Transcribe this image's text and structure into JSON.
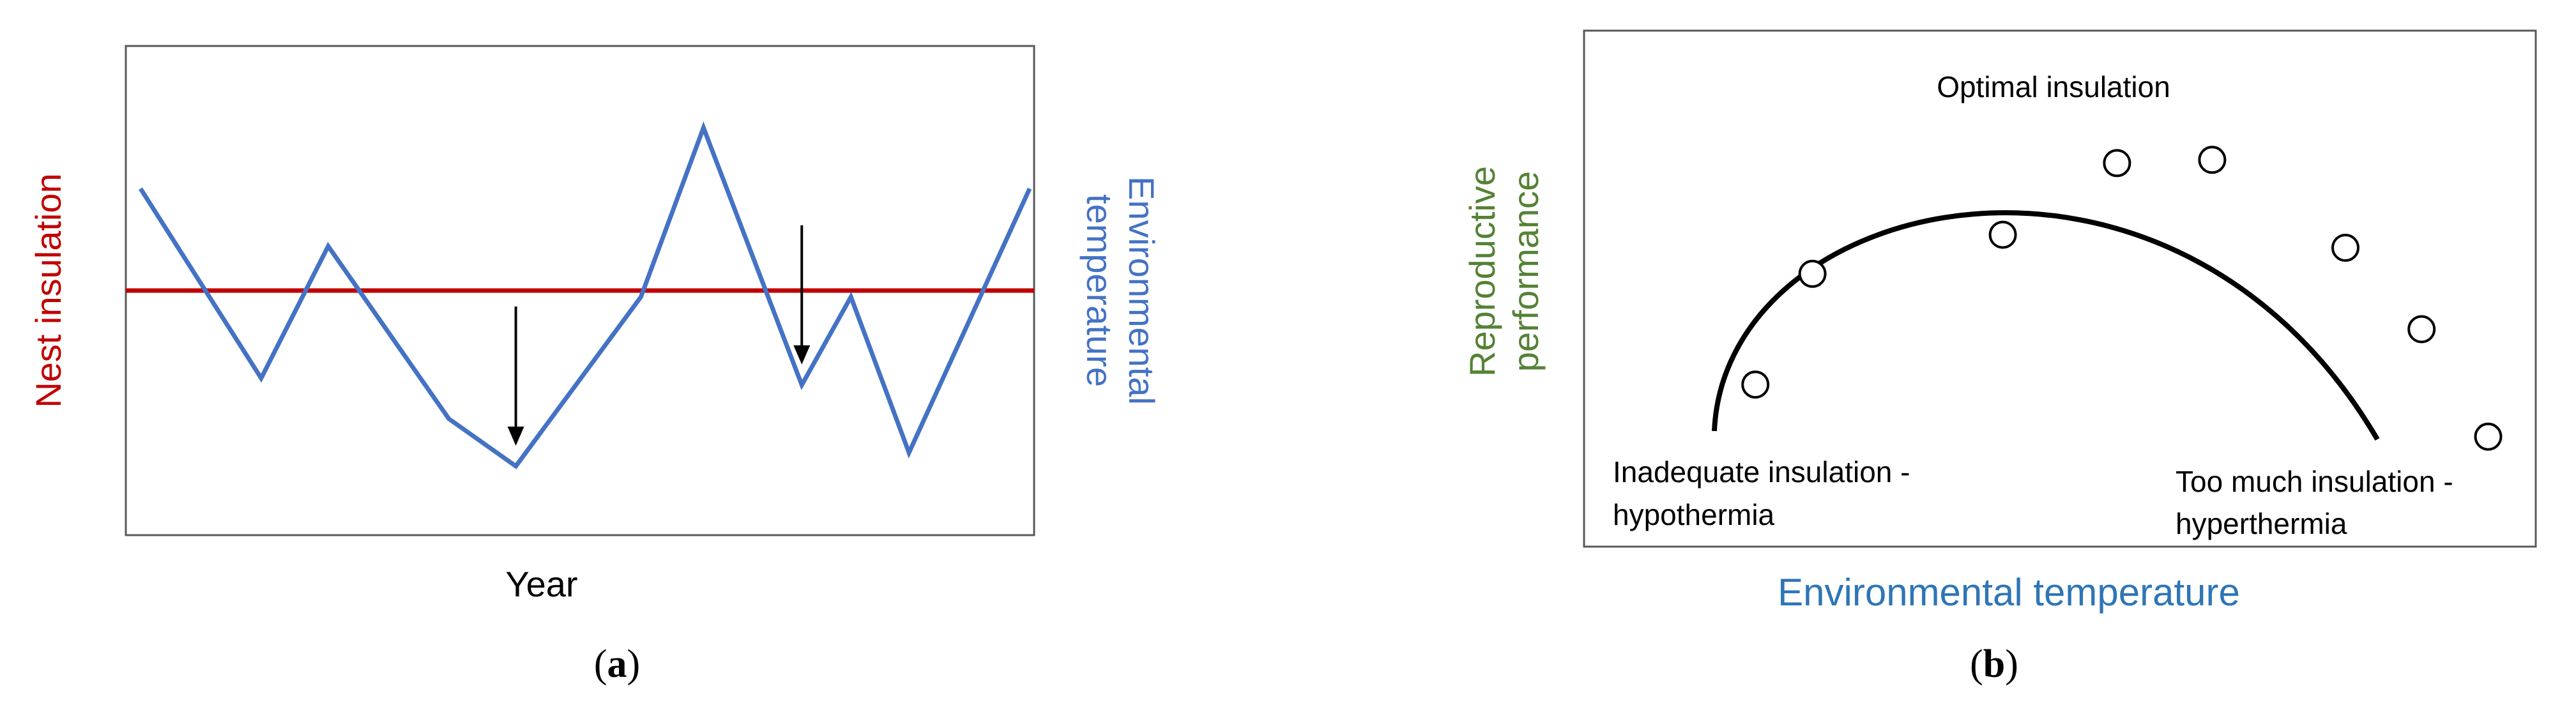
{
  "colors": {
    "red": "#c00000",
    "blue": "#4472c4",
    "green": "#548235",
    "blue_text": "#2e75b6",
    "black": "#000000"
  },
  "panel_a": {
    "caption_open": "(",
    "caption_letter": "a",
    "caption_close": ")",
    "x_label": "Year",
    "left_label": "Nest  insulation",
    "right_label_line1": "Environmental",
    "right_label_line2": "temperature",
    "chart_data": {
      "type": "line",
      "x": [
        0,
        1,
        2,
        3,
        4,
        5,
        6,
        7,
        8,
        9,
        10,
        11
      ],
      "series": [
        {
          "values": [
            0.82,
            0.26,
            0.65,
            0.14,
            0.0,
            0.5,
            1.0,
            0.24,
            0.5,
            0.04,
            0.82,
            0.82
          ]
        }
      ],
      "plot_x": [
        0,
        0.135,
        0.21,
        0.345,
        0.42,
        0.56,
        0.63,
        0.74,
        0.795,
        0.86,
        0.995,
        0.995
      ],
      "threshold": 0.5,
      "arrows_at_x": [
        4.0,
        7.0
      ]
    }
  },
  "panel_b": {
    "caption_open": "(",
    "caption_letter": "b",
    "caption_close": ")",
    "x_label": "Environmental temperature",
    "y_label_line1": "Reproductive",
    "y_label_line2": "performance",
    "top_label": "Optimal insulation",
    "left_label_line1": "Inadequate insulation -",
    "left_label_line2": "hypothermia",
    "right_label_line1": "Too much insulation -",
    "right_label_line2": "hyperthermia",
    "chart_data": {
      "type": "scatter",
      "x": [
        0.18,
        0.24,
        0.44,
        0.56,
        0.66,
        0.8,
        0.88,
        0.95
      ],
      "y": [
        0.28,
        0.62,
        0.74,
        0.96,
        0.97,
        0.7,
        0.45,
        0.12
      ]
    }
  }
}
